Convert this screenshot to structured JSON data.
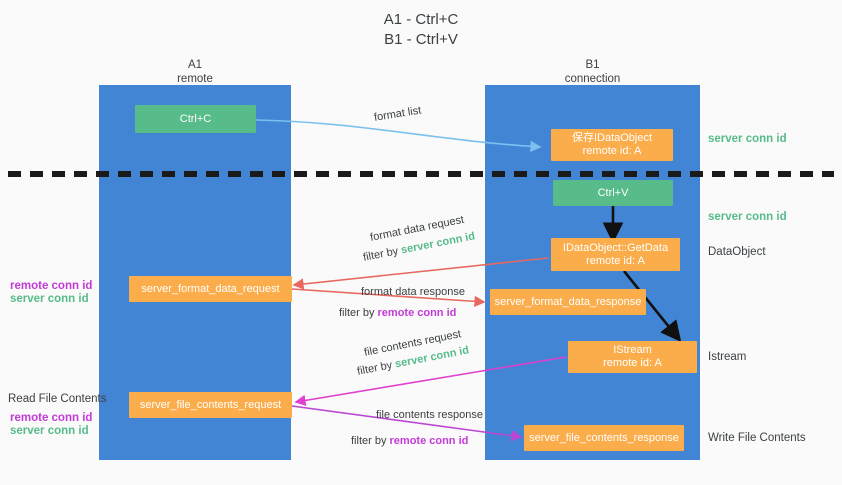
{
  "title": {
    "line1": "A1 - Ctrl+C",
    "line2": "B1 - Ctrl+V"
  },
  "lanes": [
    {
      "name": "A1",
      "sub": "remote"
    },
    {
      "name": "B1",
      "sub": "connection"
    }
  ],
  "nodes": {
    "ctrl_c": "Ctrl+C",
    "ctrl_v": "Ctrl+V",
    "idataobject_title": "保存IDataObject",
    "idataobject_sub": "remote id: A",
    "getdata_title": "IDataObject::GetData",
    "getdata_sub": "remote id: A",
    "istream_title": "IStream",
    "istream_sub": "remote id: A",
    "server_format_data_request": "server_format_data_request",
    "server_format_data_response": "server_format_data_response",
    "server_file_contents_request": "server_file_contents_request",
    "server_file_contents_response": "server_file_contents_response"
  },
  "right_labels": {
    "server_conn_id_1": "server conn id",
    "server_conn_id_2": "server conn id",
    "dataobject": "DataObject",
    "istream": "Istream",
    "write_file_contents": "Write File Contents"
  },
  "left_labels": {
    "remote_conn_id_1": "remote conn id",
    "server_conn_id_1": "server conn id",
    "read_file_contents": "Read File Contents",
    "remote_conn_id_2": "remote conn id",
    "server_conn_id_2": "server conn id"
  },
  "edges": {
    "format_list": "format list",
    "format_data_request": "format data request",
    "format_data_request_filter_prefix": "filter by ",
    "format_data_request_filter_value": "server conn id",
    "format_data_response": "format data response",
    "format_data_response_filter_prefix": "filter by ",
    "format_data_response_filter_value": "remote conn id",
    "file_contents_request": "file contents request",
    "file_contents_request_filter_prefix": "filter by ",
    "file_contents_request_filter_value": "server conn id",
    "file_contents_response": "file contents response",
    "file_contents_response_filter_prefix": "filter by ",
    "file_contents_response_filter_value": "remote conn id"
  },
  "colors": {
    "lane": "#4285d4",
    "green": "#57bb8a",
    "orange": "#fbad4b",
    "red_arrow": "#e8685f",
    "purple_arrow": "#bb46d4",
    "magenta_arrow": "#e040d0",
    "blue_arrow": "#7cc0ef",
    "dashed": "#1a1a1a"
  }
}
